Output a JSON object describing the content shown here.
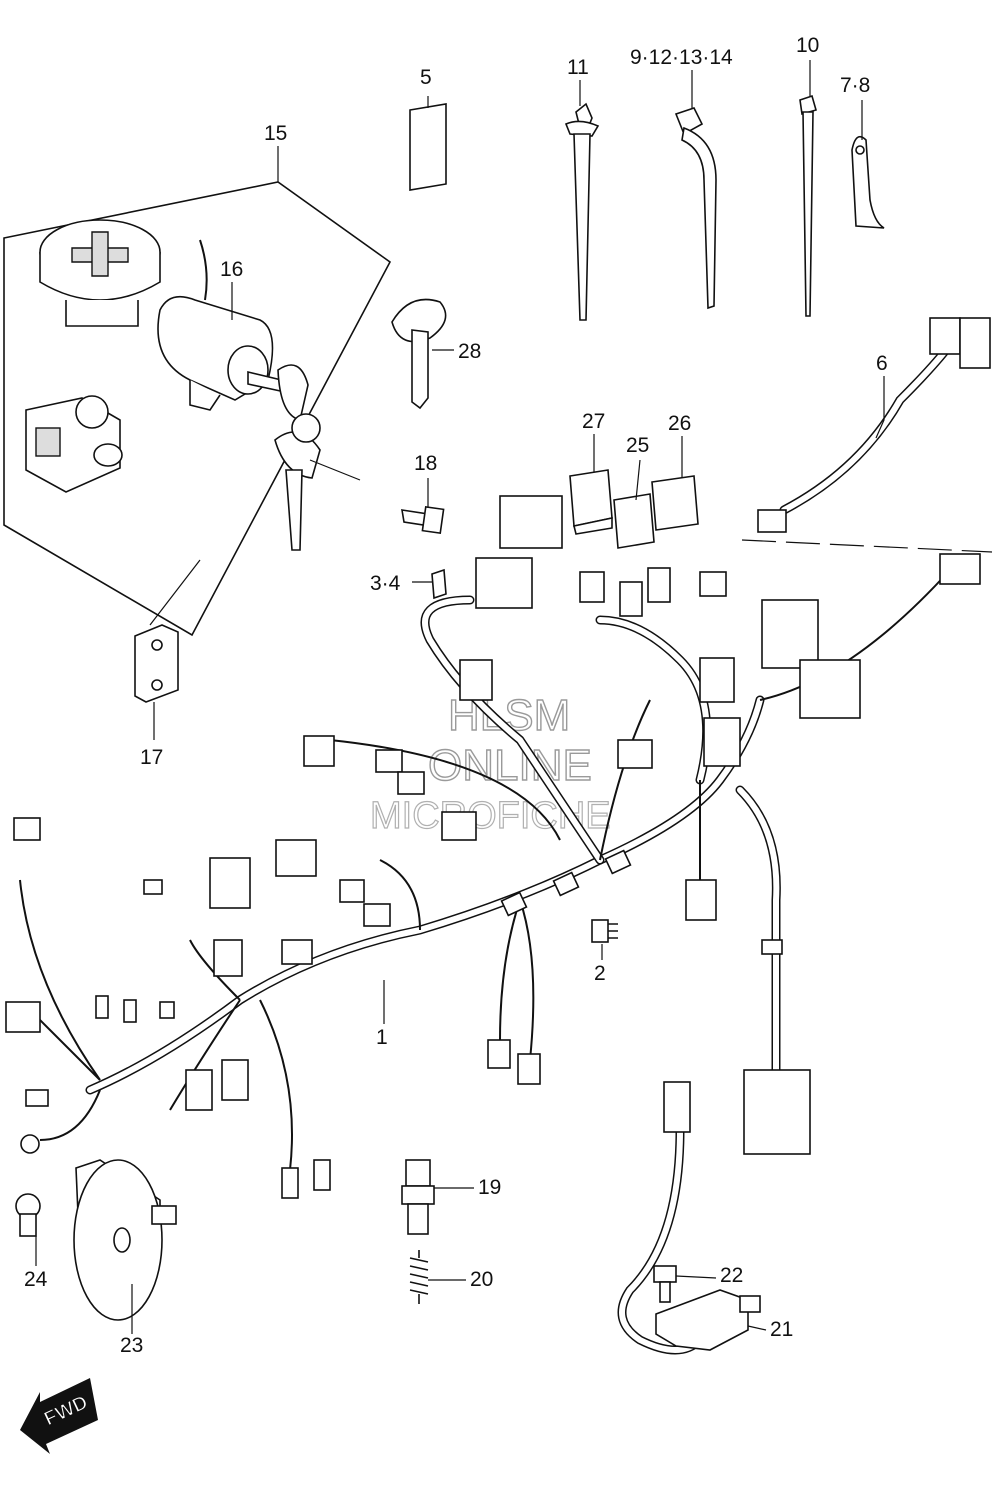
{
  "watermark": {
    "line1": "HLSM",
    "line2": "ONLINE",
    "line3": "MICROFICHE"
  },
  "direction_badge": {
    "label": "FWD"
  },
  "callouts": [
    {
      "id": "c1",
      "text": "1"
    },
    {
      "id": "c2",
      "text": "2"
    },
    {
      "id": "c34",
      "text": "3·4"
    },
    {
      "id": "c5",
      "text": "5"
    },
    {
      "id": "c6",
      "text": "6"
    },
    {
      "id": "c78",
      "text": "7·8"
    },
    {
      "id": "c912",
      "text": "9·12·13·14"
    },
    {
      "id": "c10",
      "text": "10"
    },
    {
      "id": "c11",
      "text": "11"
    },
    {
      "id": "c15",
      "text": "15"
    },
    {
      "id": "c16",
      "text": "16"
    },
    {
      "id": "c17",
      "text": "17"
    },
    {
      "id": "c18",
      "text": "18"
    },
    {
      "id": "c19",
      "text": "19"
    },
    {
      "id": "c20",
      "text": "20"
    },
    {
      "id": "c21",
      "text": "21"
    },
    {
      "id": "c22",
      "text": "22"
    },
    {
      "id": "c23",
      "text": "23"
    },
    {
      "id": "c24",
      "text": "24"
    },
    {
      "id": "c25",
      "text": "25"
    },
    {
      "id": "c26",
      "text": "26"
    },
    {
      "id": "c27",
      "text": "27"
    },
    {
      "id": "c28",
      "text": "28"
    }
  ]
}
